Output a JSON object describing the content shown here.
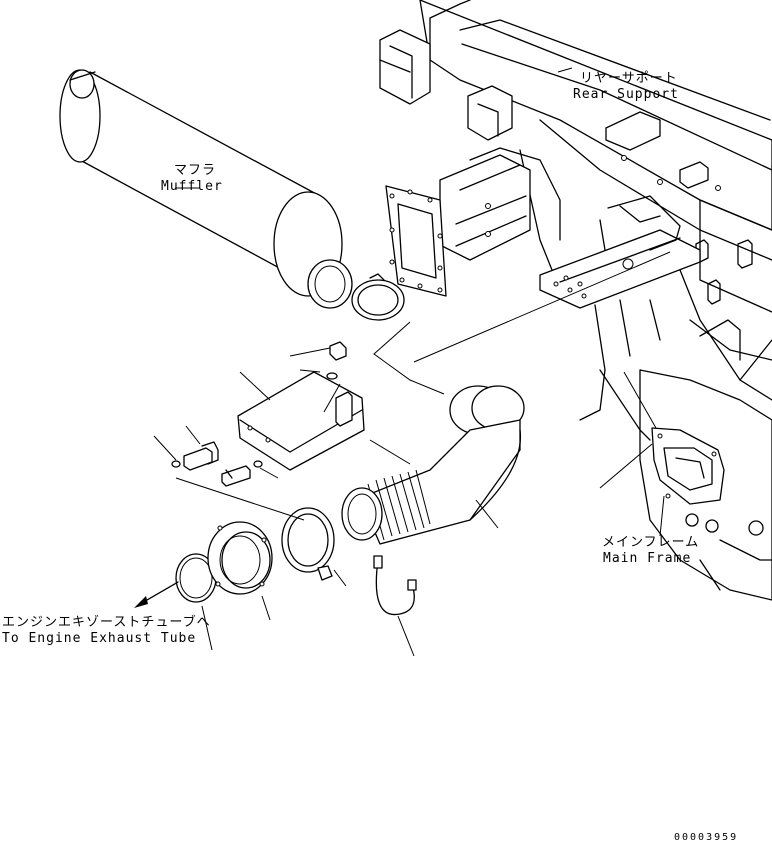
{
  "labels": {
    "rear_support_jp": "リヤーサポート",
    "rear_support_en": "Rear Support",
    "muffler_jp": "マフラ",
    "muffler_en": "Muffler",
    "main_frame_jp": "メインフレーム",
    "main_frame_en": "Main Frame",
    "exhaust_tube_jp": "エンジンエキゾーストチューブへ",
    "exhaust_tube_en": "To Engine Exhaust Tube"
  },
  "drawing_code": "00003959"
}
